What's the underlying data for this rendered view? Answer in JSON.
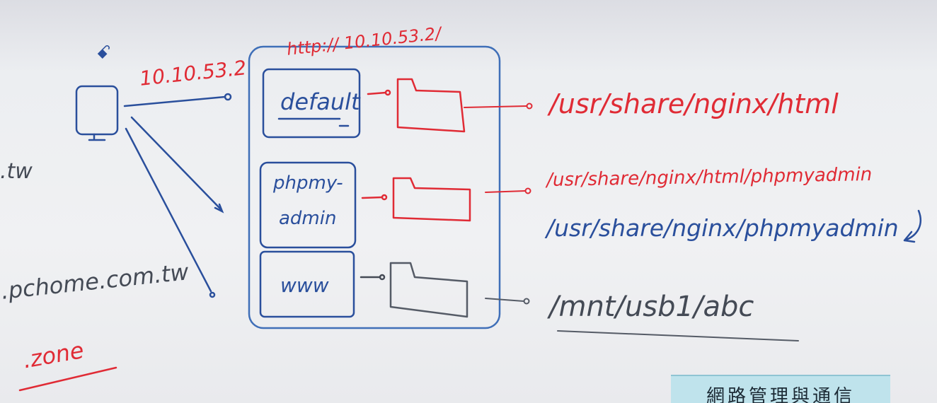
{
  "left_margin": {
    "partial_domain_1": ".tw",
    "partial_domain_2": ".pchome.com.tw",
    "zone_label": ".zone"
  },
  "client": {
    "glyph": "ꗃ",
    "ip_label": "10.10.53.2"
  },
  "server": {
    "url_label": "http:// 10.10.53.2/",
    "sites": [
      {
        "name": "default",
        "path": "/usr/share/nginx/html"
      },
      {
        "name_line1": "phpmy-",
        "name_line2": "admin",
        "path": "/usr/share/nginx/html/phpmyadmin",
        "alt_path": "/usr/share/nginx/phpmyadmin"
      },
      {
        "name": "www",
        "path": "/mnt/usb1/abc"
      }
    ]
  },
  "footer_card": "網路管理與通信",
  "colors": {
    "red_marker": "#e02b35",
    "blue_marker": "#2a4f9c",
    "black_marker": "#444a55",
    "card_bg": "#bfe3ec"
  }
}
